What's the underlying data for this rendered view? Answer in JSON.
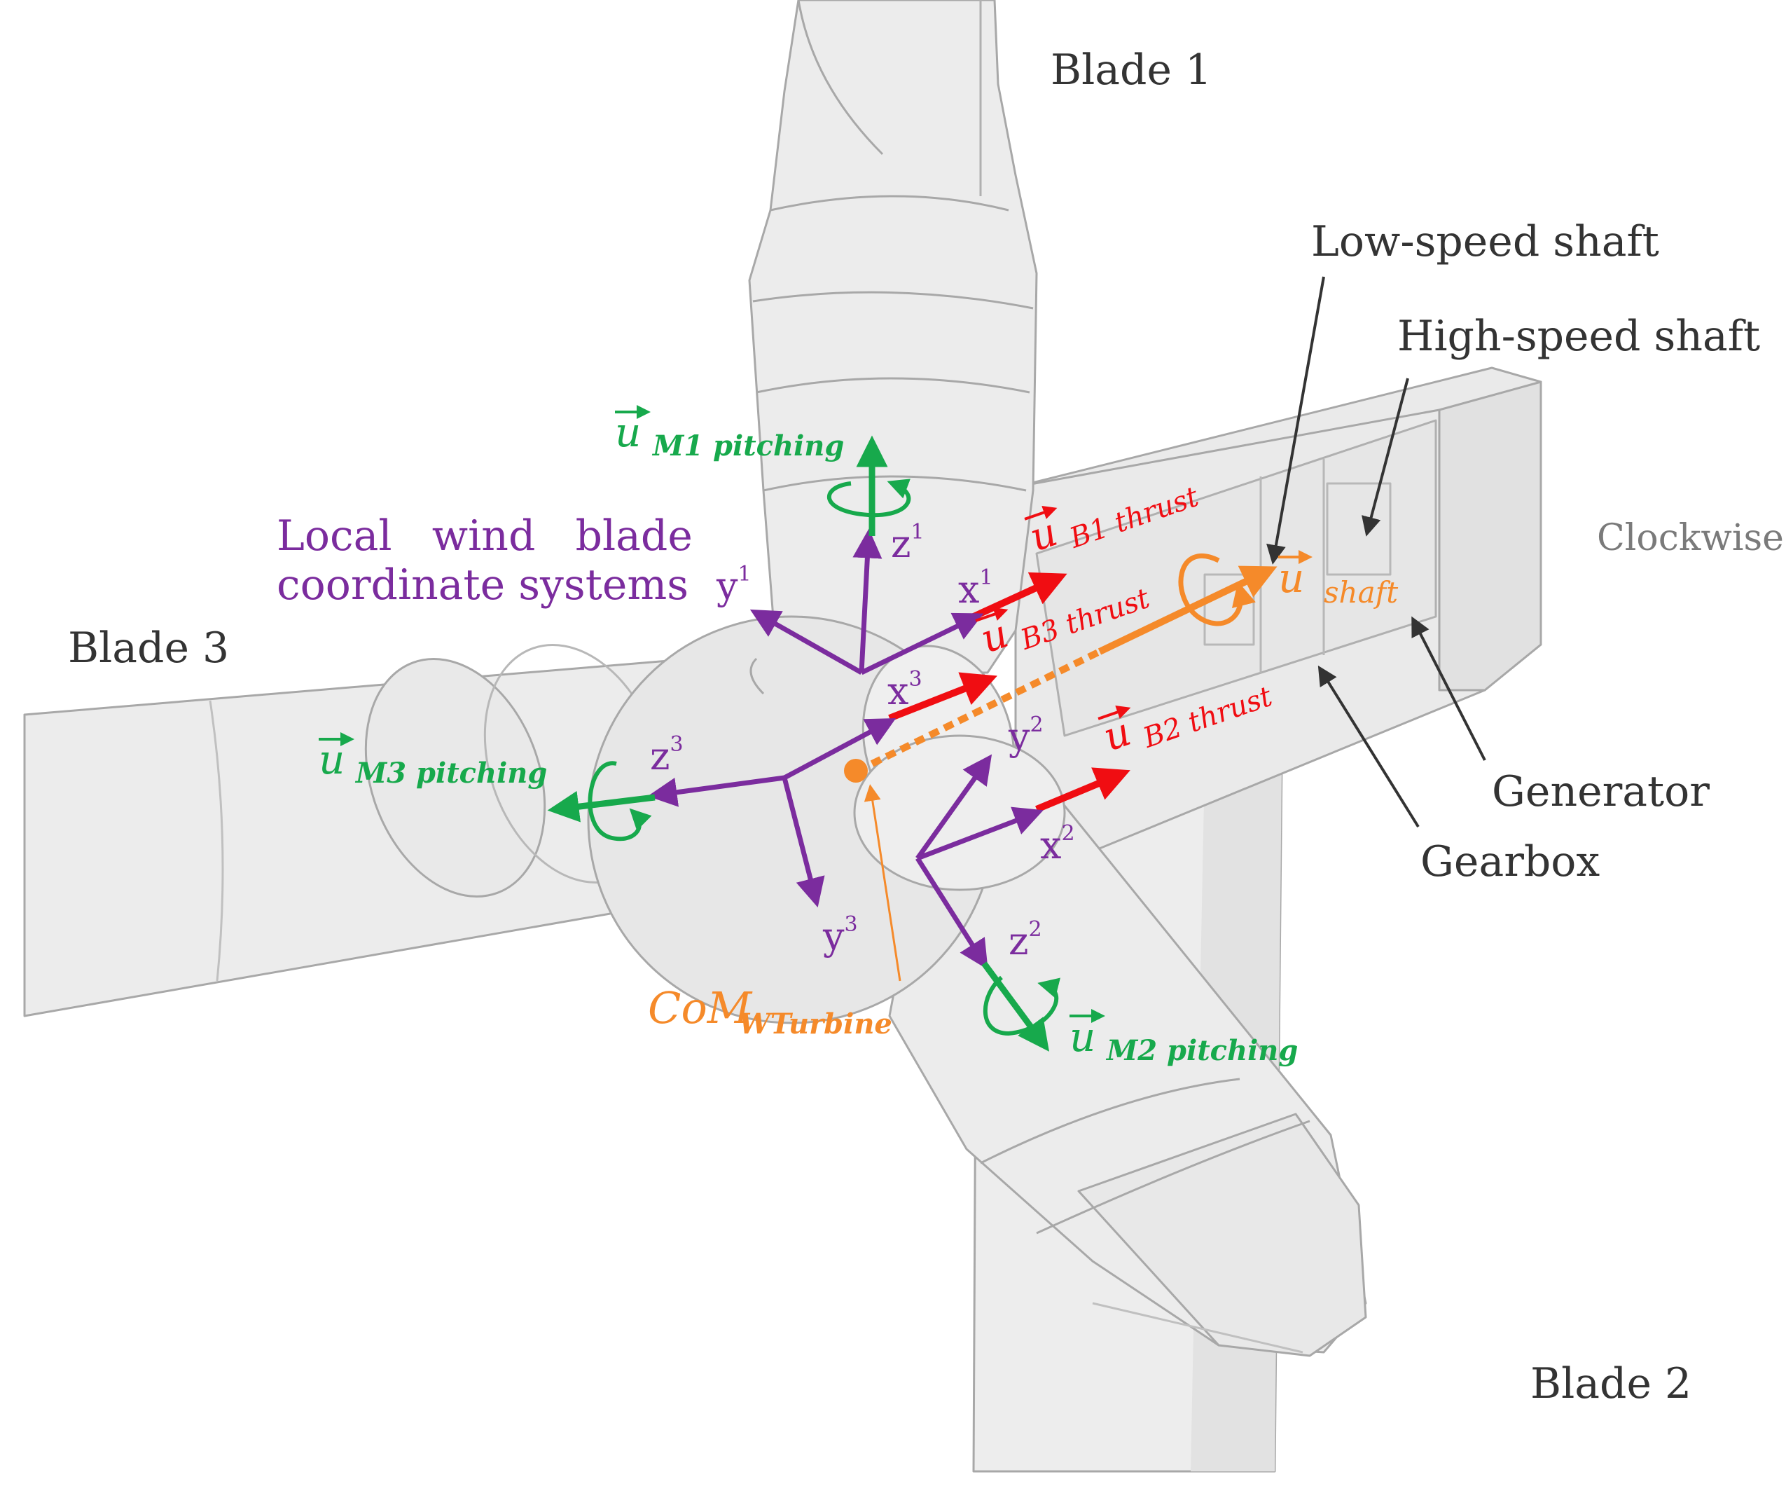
{
  "labels": {
    "blade1": "Blade 1",
    "blade2": "Blade 2",
    "blade3": "Blade 3",
    "low_speed_shaft": "Low-speed shaft",
    "high_speed_shaft": "High-speed shaft",
    "generator": "Generator",
    "gearbox": "Gearbox",
    "clockwise": "Clockwise",
    "local_coords_line1": "Local   wind   blade",
    "local_coords_line2": "coordinate systems"
  },
  "axes": {
    "x1": "x",
    "x1_sup": "1",
    "y1": "y",
    "y1_sup": "1",
    "z1": "z",
    "z1_sup": "1",
    "x2": "x",
    "x2_sup": "2",
    "y2": "y",
    "y2_sup": "2",
    "z2": "z",
    "z2_sup": "2",
    "x3": "x",
    "x3_sup": "3",
    "y3": "y",
    "y3_sup": "3",
    "z3": "z",
    "z3_sup": "3"
  },
  "vectors": {
    "u": "u",
    "m1_sub": "M1 pitching",
    "m2_sub": "M2 pitching",
    "m3_sub": "M3 pitching",
    "b1_sub": "B1 thrust",
    "b2_sub": "B2 thrust",
    "b3_sub": "B3 thrust",
    "shaft_sub": "shaft",
    "com_main": "CoM",
    "com_sub": "WTurbine"
  },
  "colors": {
    "purple": "#7b2c9e",
    "green": "#17a94c",
    "red": "#f00d12",
    "orange": "#f58a2a",
    "dark": "#333333",
    "gray_text": "#7a7a7a",
    "body_fill": "#eeeeee",
    "edge": "#a8a8a8"
  }
}
